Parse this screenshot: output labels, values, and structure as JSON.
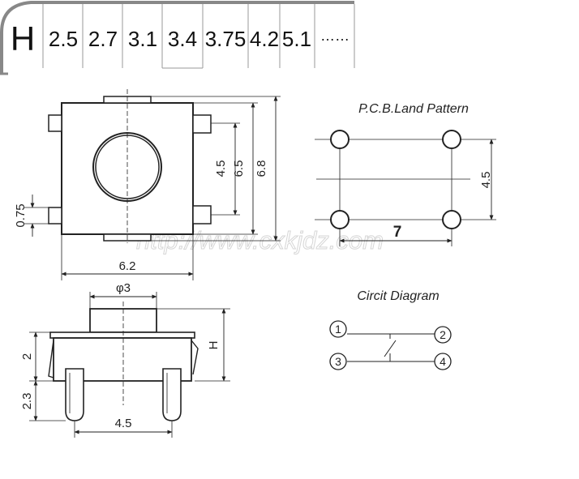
{
  "height_table": {
    "label": "H",
    "values": [
      "2.5",
      "2.7",
      "3.1",
      "3.4",
      "3.75",
      "4.2",
      "5.1",
      "……"
    ]
  },
  "top_view": {
    "dim_width": "6.2",
    "dim_pin_spacing": "4.5",
    "dim_body": "6.5",
    "dim_overall": "6.8",
    "dim_pin": "0.75"
  },
  "side_view": {
    "dim_actuator": "φ3",
    "dim_height": "H",
    "dim_body": "2",
    "dim_leg": "2.3",
    "dim_leg_spacing": "4.5"
  },
  "pcb": {
    "title": "P.C.B.Land Pattern",
    "dim_vertical": "4.5",
    "dim_horizontal": "7"
  },
  "circuit": {
    "title": "Circit Diagram",
    "pins": [
      "1",
      "2",
      "3",
      "4"
    ]
  },
  "watermark": "http://www.cxkjdz.com"
}
